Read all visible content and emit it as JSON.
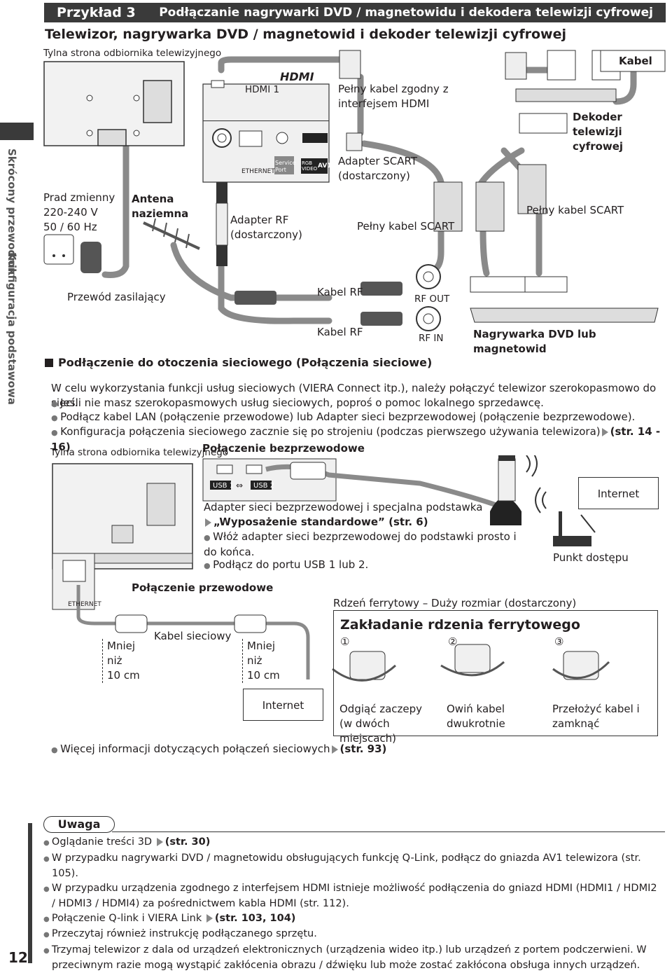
{
  "side": {
    "tab1": "Skrócony przewodnik",
    "tab2": "Konfiguracja podstawowa"
  },
  "header": {
    "example": "Przykład 3",
    "title": "Podłączanie nagrywarki DVD / magnetowidu i dekodera telewizji cyfrowej"
  },
  "top": {
    "subtitle": "Telewizor, nagrywarka DVD / magnetowid i dekoder telewizji cyfrowej",
    "tv_back": "Tylna strona odbiornika telewizyjnego",
    "hdmi_port": "HDMI 1",
    "hdmi_logo": "HDMI",
    "ethernet": "ETHERNET",
    "service_port": "Service Port",
    "av1": "AV1",
    "rgb_video": "RGB VIDEO",
    "hdmi_cable": "Pełny kabel zgodny z interfejsem HDMI",
    "kabel": "Kabel",
    "decoder": "Dekoder telewizji cyfrowej",
    "ac": "Prad zmienny\n220-240 V\n50 / 60 Hz",
    "antenna": "Antena naziemna",
    "rf_adapter": "Adapter RF (dostarczony)",
    "scart_adapter": "Adapter SCART (dostarczony)",
    "full_scart_1": "Pełny kabel SCART",
    "full_scart_2": "Pełny kabel SCART",
    "power_cord": "Przewód zasilający",
    "rf_cable_1": "Kabel RF",
    "rf_cable_2": "Kabel RF",
    "rf_out": "RF OUT",
    "rf_in": "RF IN",
    "recorder": "Nagrywarka DVD lub magnetowid"
  },
  "network": {
    "heading": "Podłączenie do otoczenia sieciowego (Połączenia sieciowe)",
    "intro": "W celu wykorzystania funkcji usług sieciowych (VIERA Connect itp.), należy połączyć telewizor szerokopasmowo do sieci.",
    "bullet1": "Jeśli nie masz szerokopasmowych usług sieciowych, poproś o pomoc lokalnego sprzedawcę.",
    "bullet2": "Podłącz kabel LAN (połączenie przewodowe) lub Adapter sieci bezprzewodowej (połączenie bezprzewodowe).",
    "bullet3": "Konfiguracja połączenia sieciowego zacznie się po strojeniu (podczas pierwszego używania telewizora)",
    "bullet3_ref": "(str. 14 - 16)",
    "tv_back": "Tylna strona odbiornika telewizyjnego",
    "wireless_title": "Połączenie bezprzewodowe",
    "usb1": "USB 1",
    "usb2": "USB 2",
    "adapter_text": "Adapter sieci bezprzewodowej i specjalna podstawka",
    "std_equipment": "„Wyposażenie standardowe” (str. 6)",
    "insert_text": "Włóż adapter sieci bezprzewodowej do podstawki prosto i do końca.",
    "usb_text": "Podłącz do portu USB 1 lub 2.",
    "internet_1": "Internet",
    "access_point": "Punkt dostępu",
    "ethernet": "ETHERNET",
    "wired_title": "Połączenie przewodowe",
    "ferrite_label": "Rdzeń ferrytowy – Duży rozmiar (dostarczony)",
    "less_1": "Mniej\nniż\n10 cm",
    "lan_cable": "Kabel sieciowy",
    "less_2": "Mniej\nniż\n10 cm",
    "internet_2": "Internet",
    "ferrite_title": "Zakładanie rdzenia ferrytowego",
    "step1_num": "①",
    "step2_num": "②",
    "step3_num": "③",
    "step1": "Odgiąć zaczepy (w dwóch miejscach)",
    "step2": "Owiń kabel dwukrotnie",
    "step3": "Przełożyć kabel i zamknąć",
    "more_info": "Więcej informacji dotyczących połączeń sieciowych",
    "more_info_ref": "(str. 93)"
  },
  "notes": {
    "title": "Uwaga",
    "n1": "Oglądanie treści 3D",
    "n1_ref": "(str. 30)",
    "n2": "W przypadku nagrywarki DVD / magnetowidu obsługujących funkcję Q-Link, podłącz do gniazda AV1 telewizora (str. 105).",
    "n3": "W przypadku urządzenia zgodnego z interfejsem HDMI istnieje możliwość podłączenia do gniazd HDMI (HDMI1 / HDMI2 / HDMI3 / HDMI4) za pośrednictwem kabla HDMI (str. 112).",
    "n4": "Połączenie Q-link i VIERA Link",
    "n4_ref": "(str. 103, 104)",
    "n5": "Przeczytaj również instrukcję podłączanego sprzętu.",
    "n6": "Trzymaj telewizor z dala od urządzeń elektronicznych (urządzenia wideo itp.) lub urządzeń z portem podczerwieni. W przeciwnym razie mogą wystąpić zakłócenia obrazu / dźwięku lub może zostać zakłócona obsługa innych urządzeń."
  },
  "page_number": "12",
  "colors": {
    "dark_bar": "#3a3a3a",
    "gray_cable": "#8a8a8a",
    "text": "#231f20"
  }
}
